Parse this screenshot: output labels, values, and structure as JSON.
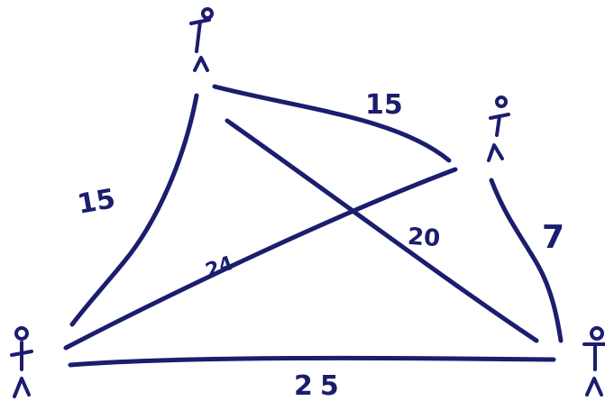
{
  "ink_color": "#1b1d6e",
  "background": "#ffffff",
  "nodes": [
    {
      "id": "top",
      "icon": "stick-figure-icon"
    },
    {
      "id": "right-upper",
      "icon": "stick-figure-icon"
    },
    {
      "id": "bottom-left",
      "icon": "stick-figure-icon"
    },
    {
      "id": "bottom-right",
      "icon": "stick-figure-icon"
    }
  ],
  "edges": [
    {
      "id": "top-left",
      "from": "top",
      "to": "bottom-left",
      "label": "15"
    },
    {
      "id": "top-rightupper",
      "from": "top",
      "to": "right-upper",
      "label": "15"
    },
    {
      "id": "top-bottomright",
      "from": "top",
      "to": "bottom-right",
      "label": "20"
    },
    {
      "id": "bottomleft-rightupper",
      "from": "bottom-left",
      "to": "right-upper",
      "label": "24"
    },
    {
      "id": "rightupper-bottomright",
      "from": "right-upper",
      "to": "bottom-right",
      "label": "7"
    },
    {
      "id": "bottomleft-bottomright",
      "from": "bottom-left",
      "to": "bottom-right",
      "label": "25"
    }
  ]
}
